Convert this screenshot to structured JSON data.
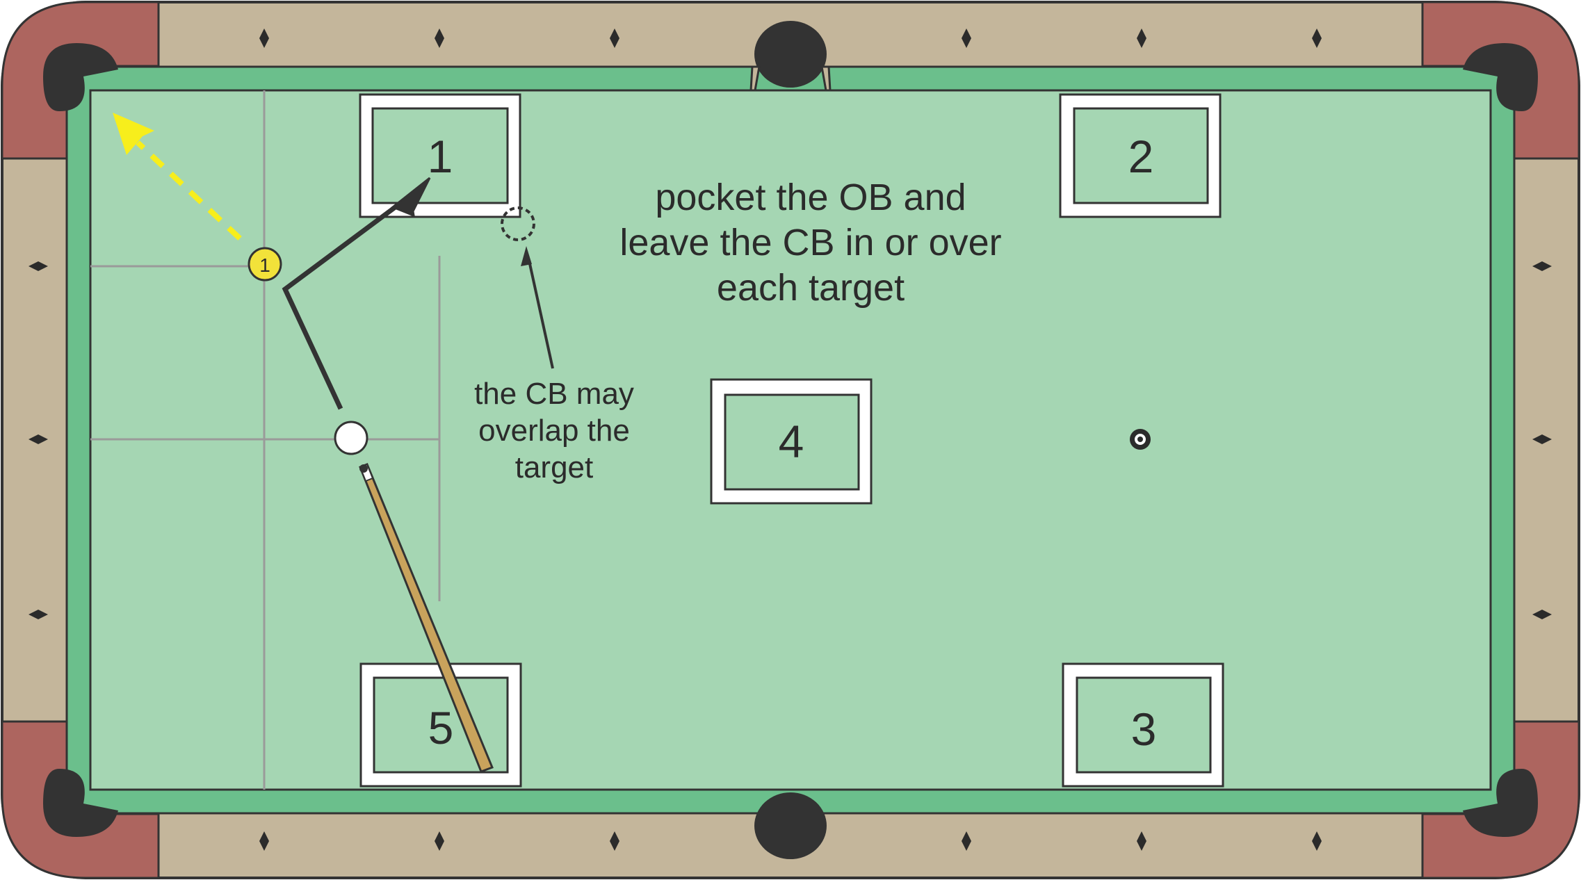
{
  "instructions": {
    "line1": "pocket the OB and",
    "line2": "leave the CB in or over",
    "line3": "each target"
  },
  "note": {
    "line1": "the CB may",
    "line2": "overlap the",
    "line3": "target"
  },
  "targets": [
    {
      "label": "1"
    },
    {
      "label": "2"
    },
    {
      "label": "3"
    },
    {
      "label": "4"
    },
    {
      "label": "5"
    }
  ],
  "object_ball": {
    "label": "1",
    "color": "#f2e23a"
  },
  "colors": {
    "cloth": "#a5d6b3",
    "cushion": "#6bbf8c",
    "rail_wood": "#c4b69b",
    "corner_leather": "#ad655f",
    "pocket": "#333333",
    "cb_path_arrow": "#333333",
    "ob_path_arrow": "#f7ee1c",
    "cue_stick": "#c9a35c"
  }
}
